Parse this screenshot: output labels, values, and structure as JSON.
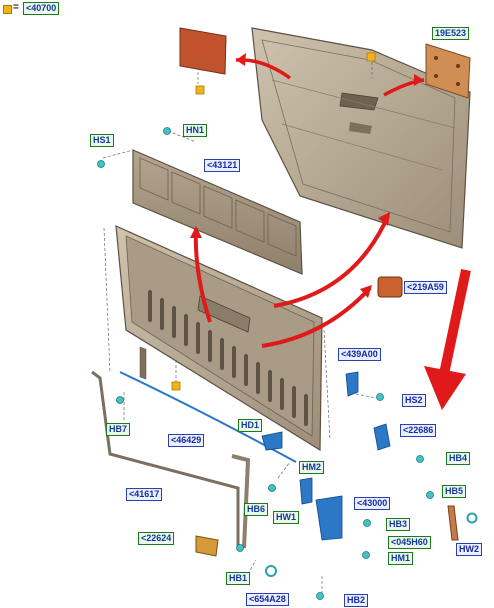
{
  "legend": {
    "key_symbol": "square-icon",
    "equals": "=",
    "label": "<40700"
  },
  "callouts": {
    "c19E523": "19E523",
    "cHN1": "HN1",
    "cHS1": "HS1",
    "c43121": "<43121",
    "c219A59": "<219A59",
    "c439A00": "<439A00",
    "cHS2": "HS2",
    "c22686": "<22686",
    "cHB4": "HB4",
    "cHB7": "HB7",
    "c46429": "<46429",
    "cHD1": "HD1",
    "cHM2": "HM2",
    "c41617": "<41617",
    "cHB6": "HB6",
    "c43000": "<43000",
    "cHB5": "HB5",
    "cHW1": "HW1",
    "cHB3": "HB3",
    "c22624": "<22624",
    "c045H60": "<045H60",
    "cHW2": "HW2",
    "cHM1": "HM1",
    "cHB1": "HB1",
    "c654A28": "<654A28",
    "cHB2": "HB2"
  },
  "colors": {
    "panel": "#b9ab95",
    "panel_dark": "#8d7f6b",
    "panel_edge": "#5b5143",
    "arrow": "#e0191a",
    "part_blue": "#2a78c6",
    "fastener": "#43c1c4",
    "plate_brown": "#c67a4a",
    "key_yellow": "#f2b21a"
  }
}
